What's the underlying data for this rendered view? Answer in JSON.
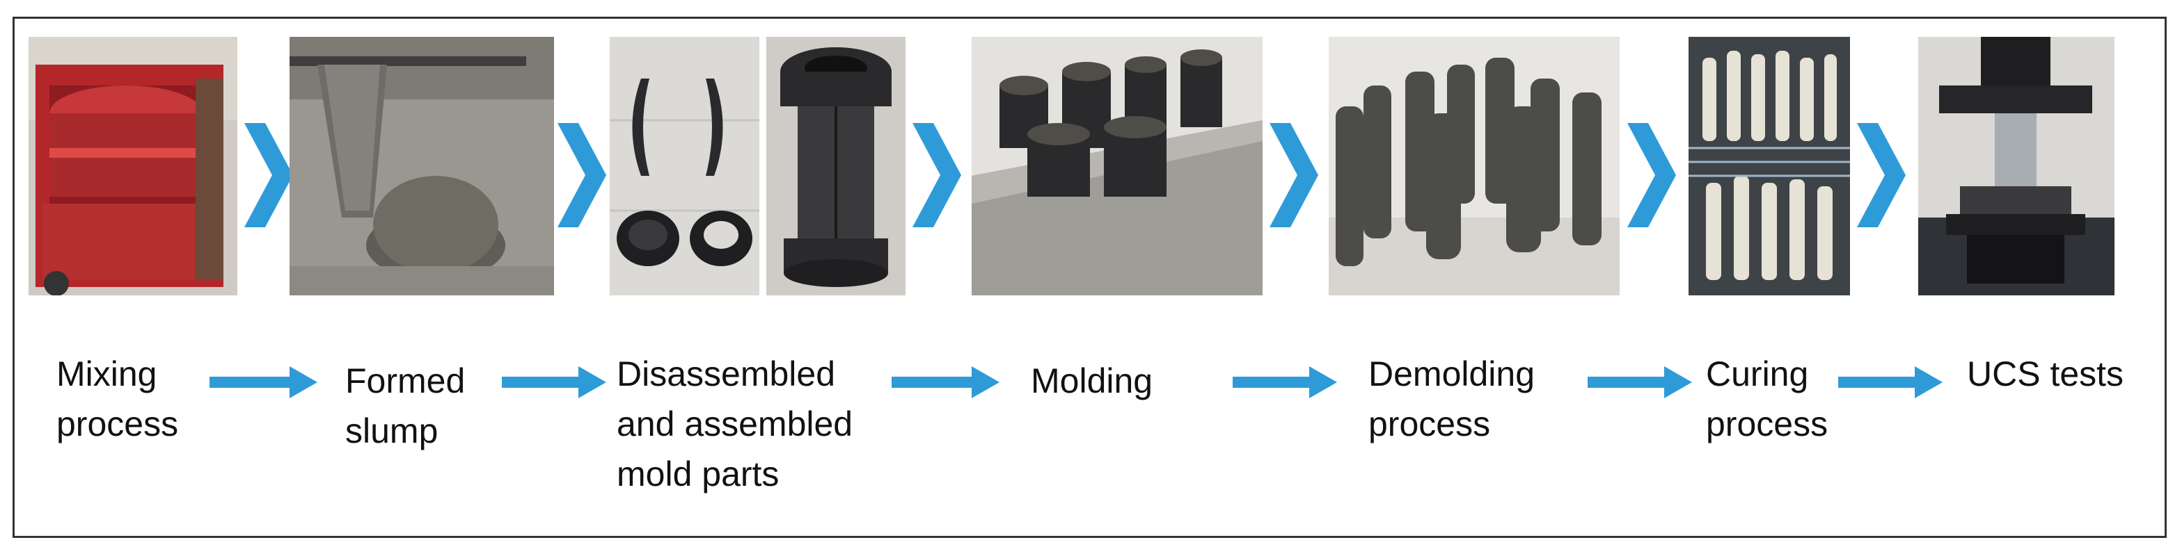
{
  "colors": {
    "accent": "#2e9bd8",
    "frame": "#333333",
    "text": "#111111"
  },
  "steps": [
    {
      "id": "mixing",
      "label": "Mixing\nprocess"
    },
    {
      "id": "formed-slump",
      "label": "Formed\nslump"
    },
    {
      "id": "mold-parts",
      "label": "Disassembled\nand assembled\nmold parts"
    },
    {
      "id": "molding",
      "label": "Molding"
    },
    {
      "id": "demolding",
      "label": "Demolding\nprocess"
    },
    {
      "id": "curing",
      "label": "Curing\nprocess"
    },
    {
      "id": "ucs-tests",
      "label": "UCS tests"
    }
  ],
  "icons": {
    "photo_arrow": "chevron-right-icon",
    "label_arrow": "arrow-right-icon"
  }
}
